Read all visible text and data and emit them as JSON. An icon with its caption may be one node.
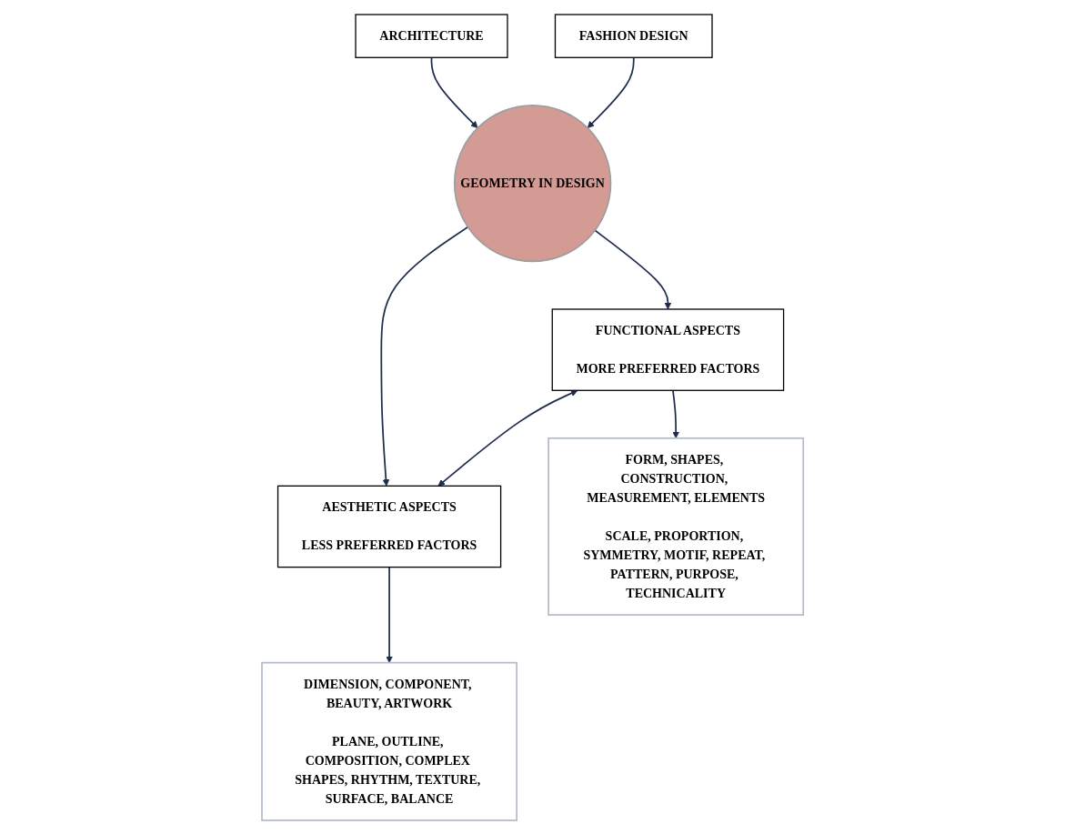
{
  "diagram": {
    "nodes": [
      {
        "text": [
          "ARCHITECTURE"
        ]
      },
      {
        "text": [
          "FASHION DESIGN"
        ]
      },
      {
        "text": [
          "GEOMETRY IN DESIGN"
        ]
      },
      {
        "text": [
          "FUNCTIONAL ASPECTS",
          "MORE PREFERRED FACTORS"
        ]
      },
      {
        "text": [
          "AESTHETIC ASPECTS",
          "LESS PREFERRED FACTORS"
        ]
      },
      {
        "text": [
          "FORM, SHAPES, CONSTRUCTION, MEASUREMENT, ELEMENTS",
          "SCALE, PROPORTION, SYMMETRY, MOTIF, REPEAT, PATTERN, PURPOSE, TECHNICALITY"
        ]
      },
      {
        "text": [
          "DIMENSION, COMPONENT, BEAUTY, ARTWORK",
          "PLANE, OUTLINE, COMPOSITION, COMPLEX SHAPES, RHYTHM, TEXTURE, SURFACE, BALANCE"
        ]
      }
    ],
    "edges": [
      {
        "from": 0,
        "to": 2,
        "arrow": "to"
      },
      {
        "from": 1,
        "to": 2,
        "arrow": "to"
      },
      {
        "from": 2,
        "to": 3,
        "arrow": "to"
      },
      {
        "from": 2,
        "to": 4,
        "arrow": "to"
      },
      {
        "from": 3,
        "to": 4,
        "arrow": "both"
      },
      {
        "from": 3,
        "to": 5,
        "arrow": "to"
      },
      {
        "from": 4,
        "to": 6,
        "arrow": "to"
      }
    ]
  }
}
